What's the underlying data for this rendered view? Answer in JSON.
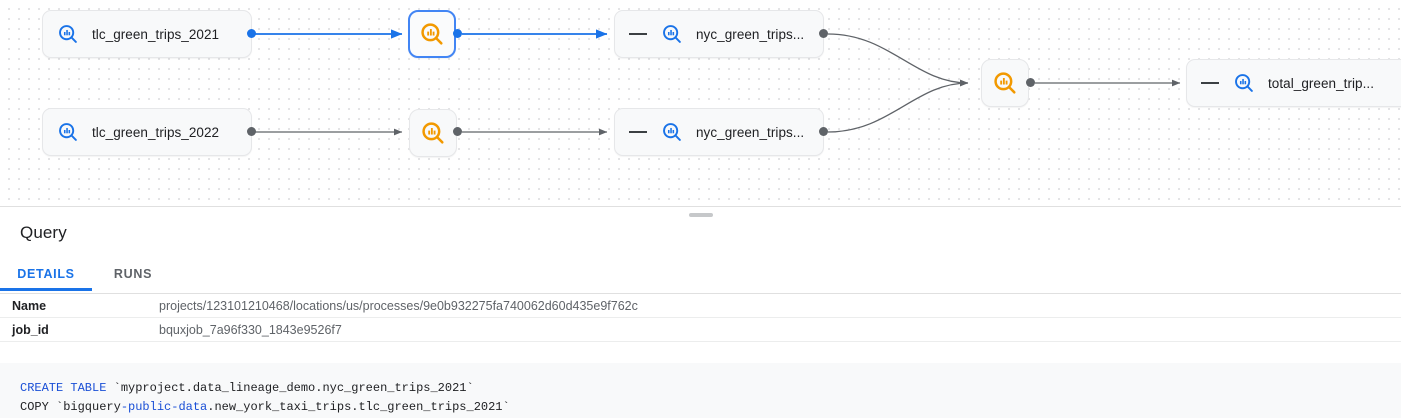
{
  "graph": {
    "nodes": [
      {
        "id": "tlc2021",
        "label": "tlc_green_trips_2021",
        "type": "asset",
        "icon": "bigquery-table-icon",
        "selected": false,
        "collapsible": false
      },
      {
        "id": "tlc2022",
        "label": "tlc_green_trips_2022",
        "type": "asset",
        "icon": "bigquery-table-icon",
        "selected": false,
        "collapsible": false
      },
      {
        "id": "proc1",
        "label": "",
        "type": "process",
        "icon": "bigquery-process-icon",
        "selected": true,
        "collapsible": false
      },
      {
        "id": "proc2",
        "label": "",
        "type": "process",
        "icon": "bigquery-process-icon",
        "selected": false,
        "collapsible": false
      },
      {
        "id": "nyc2021",
        "label": "nyc_green_trips...",
        "type": "asset",
        "icon": "bigquery-table-icon",
        "selected": false,
        "collapsible": true
      },
      {
        "id": "nyc2022",
        "label": "nyc_green_trips...",
        "type": "asset",
        "icon": "bigquery-table-icon",
        "selected": false,
        "collapsible": true
      },
      {
        "id": "proc3",
        "label": "",
        "type": "process",
        "icon": "bigquery-process-icon",
        "selected": false,
        "collapsible": false
      },
      {
        "id": "total",
        "label": "total_green_trip...",
        "type": "asset",
        "icon": "bigquery-table-icon",
        "selected": false,
        "collapsible": true
      }
    ],
    "colors": {
      "selected_edge": "#1a73e8",
      "edge": "#5f6368",
      "asset_icon": "#1a73e8",
      "process_icon": "#f29900",
      "node_bg": "#f8f9fa"
    }
  },
  "panel": {
    "title": "Query",
    "tabs": [
      {
        "id": "details",
        "label": "DETAILS",
        "active": true
      },
      {
        "id": "runs",
        "label": "RUNS",
        "active": false
      }
    ],
    "details": [
      {
        "key": "Name",
        "value": "projects/123101210468/locations/us/processes/9e0b932275fa740062d60d435e9f762c"
      },
      {
        "key": "job_id",
        "value": "bquxjob_7a96f330_1843e9526f7"
      }
    ],
    "code": {
      "line1": {
        "keyword": "CREATE TABLE",
        "rest": " `myproject.data_lineage_demo.nyc_green_trips_2021`"
      },
      "line2": {
        "prefix": "COPY `bigquery",
        "keyword": "-public-data",
        "rest": ".new_york_taxi_trips.tlc_green_trips_2021`"
      }
    }
  }
}
